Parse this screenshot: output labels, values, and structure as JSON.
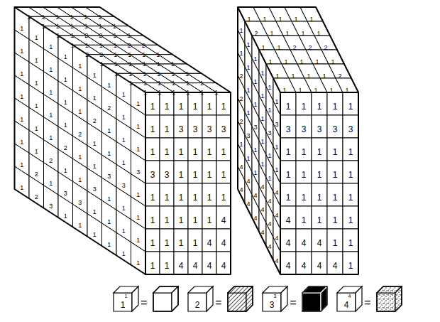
{
  "diagram": {
    "labels": [
      "1",
      "1",
      "1",
      "1",
      "1",
      "1",
      "1",
      "1",
      "3",
      "3",
      "3",
      "3",
      "1",
      "1",
      "1",
      "1",
      "1",
      "1",
      "3",
      "3",
      "1",
      "1",
      "1",
      "1",
      "1",
      "1",
      "1",
      "1",
      "1",
      "1",
      "1",
      "1",
      "1",
      "1",
      "1",
      "4",
      "1",
      "1",
      "1",
      "1",
      "4",
      "4",
      "1",
      "1",
      "4",
      "4",
      "4",
      "4",
      "1",
      "1",
      "1",
      "1",
      "1",
      "1",
      "1",
      "1",
      "1",
      "1",
      "1",
      "1",
      "1",
      "1",
      "1",
      "2",
      "1",
      "1",
      "1",
      "1",
      "1",
      "1",
      "1",
      "2",
      "1",
      "1",
      "1",
      "1",
      "1",
      "1",
      "1",
      "2",
      "1",
      "1",
      "1",
      "3",
      "1",
      "1",
      "1",
      "2",
      "1",
      "1",
      "3",
      "3",
      "1",
      "1",
      "1",
      "2",
      "1",
      "1",
      "3",
      "1",
      "1",
      "1",
      "1",
      "2",
      "1",
      "3",
      "3",
      "1",
      "1",
      "1",
      "1",
      "1",
      "2",
      "3",
      "1",
      "1",
      "1",
      "1",
      "1",
      "1",
      "1",
      "1",
      "1",
      "1",
      "1",
      "1",
      "1",
      "1",
      "1",
      "1",
      "1",
      "1",
      "1",
      "1",
      "2",
      "2",
      "1",
      "1",
      "1",
      "1",
      "1",
      "1",
      "2",
      "2",
      "2",
      "2",
      "1",
      "1",
      "1",
      "1",
      "1",
      "1",
      "1",
      "1",
      "1",
      "1",
      "1",
      "1",
      "1",
      "1",
      "1",
      "1",
      "1",
      "1",
      "1",
      "1",
      "1",
      "1",
      "1",
      "1",
      "1",
      "1",
      "1",
      "1",
      "1",
      "1",
      "1",
      "1",
      "1",
      "3",
      "3",
      "3",
      "3",
      "3",
      "1",
      "1",
      "1",
      "1",
      "1",
      "1",
      "1",
      "1",
      "1",
      "1",
      "1",
      "1",
      "1",
      "1",
      "1",
      "4",
      "1",
      "1",
      "1",
      "1",
      "4",
      "4",
      "4",
      "1",
      "1",
      "4",
      "4",
      "4",
      "4",
      "1",
      "1",
      "1",
      "1",
      "1",
      "1",
      "1",
      "1",
      "1",
      "1",
      "1",
      "1",
      "3",
      "2",
      "1",
      "1",
      "1",
      "3",
      "1",
      "2",
      "1",
      "3",
      "1",
      "1",
      "1",
      "2",
      "3",
      "1",
      "1",
      "1",
      "4",
      "1",
      "1",
      "1",
      "4",
      "4",
      "4",
      "4",
      "4",
      "4",
      "4",
      "4",
      "4",
      "4",
      "4",
      "4",
      "4",
      "4",
      "4",
      "1",
      "1",
      "1",
      "1",
      "1",
      "2",
      "1",
      "1",
      "1",
      "1",
      "1",
      "1",
      "2",
      "2",
      "2",
      "1",
      "1",
      "1",
      "1",
      "1",
      "1",
      "1",
      "1",
      "1",
      "2",
      "1",
      "1",
      "1",
      "1",
      "1",
      "1",
      "=",
      "=",
      "3",
      "=",
      "4",
      "="
    ],
    "legend": [
      {
        "text": "1",
        "color": "#ffffff"
      },
      {
        "text": "2"
      },
      {
        "text": "3",
        "color": "#000000"
      },
      {
        "text": "4"
      }
    ]
  }
}
